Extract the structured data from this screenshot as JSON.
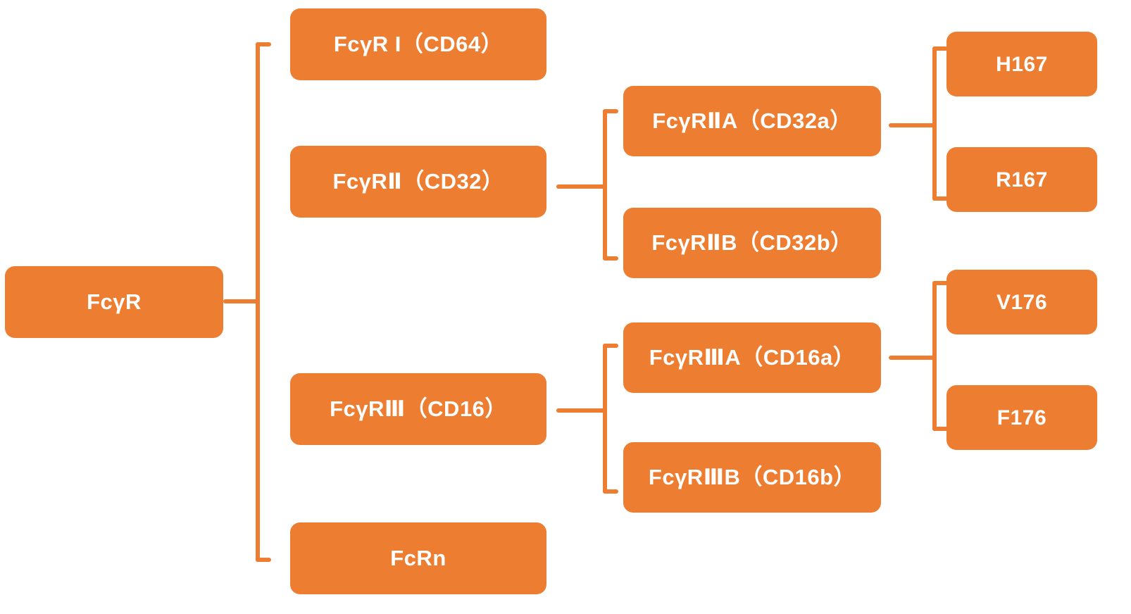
{
  "diagram": {
    "title": "FcγR receptor family hierarchy",
    "accent_color": "#ED7D31",
    "text_color": "#FFFFFF",
    "background_color": "#FFFFFF"
  },
  "nodes": {
    "root": {
      "label": "FcγR"
    },
    "level2": [
      {
        "id": "fcgr1",
        "label": "FcγR I（CD64）"
      },
      {
        "id": "fcgr2",
        "label": "FcγRⅡ（CD32）"
      },
      {
        "id": "fcgr3",
        "label": "FcγRⅢ（CD16）"
      },
      {
        "id": "fcrn",
        "label": "FcRn"
      }
    ],
    "level3": [
      {
        "id": "cd32a",
        "label": "FcγRⅡA（CD32a）"
      },
      {
        "id": "cd32b",
        "label": "FcγRⅡB（CD32b）"
      },
      {
        "id": "cd16a",
        "label": "FcγRⅢA（CD16a）"
      },
      {
        "id": "cd16b",
        "label": "FcγRⅢB（CD16b）"
      }
    ],
    "level4": [
      {
        "id": "h167",
        "label": "H167"
      },
      {
        "id": "r167",
        "label": "R167"
      },
      {
        "id": "v176",
        "label": "V176"
      },
      {
        "id": "f176",
        "label": "F176"
      }
    ]
  },
  "connectors": [
    {
      "id": "root-to-level2",
      "from": "FcγR",
      "to": [
        "FcγR I（CD64）",
        "FcγRⅡ（CD32）",
        "FcγRⅢ（CD16）",
        "FcRn"
      ]
    },
    {
      "id": "fcgr2-to-cd32",
      "from": "FcγRⅡ（CD32）",
      "to": [
        "FcγRⅡA（CD32a）",
        "FcγRⅡB（CD32b）"
      ]
    },
    {
      "id": "fcgr3-to-cd16",
      "from": "FcγRⅢ（CD16）",
      "to": [
        "FcγRⅢA（CD16a）",
        "FcγRⅢB（CD16b）"
      ]
    },
    {
      "id": "cd32a-to-allele",
      "from": "FcγRⅡA（CD32a）",
      "to": [
        "H167",
        "R167"
      ]
    },
    {
      "id": "cd16a-to-allele",
      "from": "FcγRⅢA（CD16a）",
      "to": [
        "V176",
        "F176"
      ]
    }
  ]
}
